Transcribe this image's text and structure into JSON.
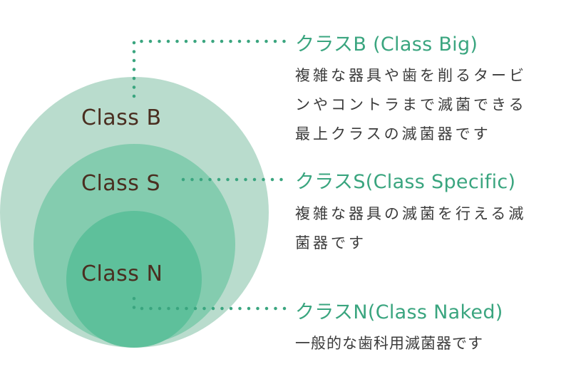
{
  "diagram": {
    "type": "nested-circles",
    "colors": {
      "outer_circle": "#b9dccd",
      "middle_circle": "#84ccaf",
      "inner_circle": "#5ec09b",
      "accent_title": "#3aa57f",
      "leader_dots": "#3aa57f",
      "circle_label": "#4a2e20",
      "description_text": "#3b3b3b"
    },
    "circles": [
      {
        "id": "B",
        "label": "Class B"
      },
      {
        "id": "S",
        "label": "Class S"
      },
      {
        "id": "N",
        "label": "Class N"
      }
    ],
    "callouts": [
      {
        "id": "B",
        "title": "クラスB (Class Big)",
        "lines": [
          "複雑な器具や歯を削るタービ",
          "ンやコントラまで滅菌できる",
          "最上クラスの滅菌器です"
        ]
      },
      {
        "id": "S",
        "title": "クラスS(Class Specific)",
        "lines": [
          "複雑な器具の滅菌を行える滅",
          "菌器です"
        ]
      },
      {
        "id": "N",
        "title": "クラスN(Class Naked)",
        "lines": [
          "一般的な歯科用滅菌器です"
        ]
      }
    ]
  }
}
